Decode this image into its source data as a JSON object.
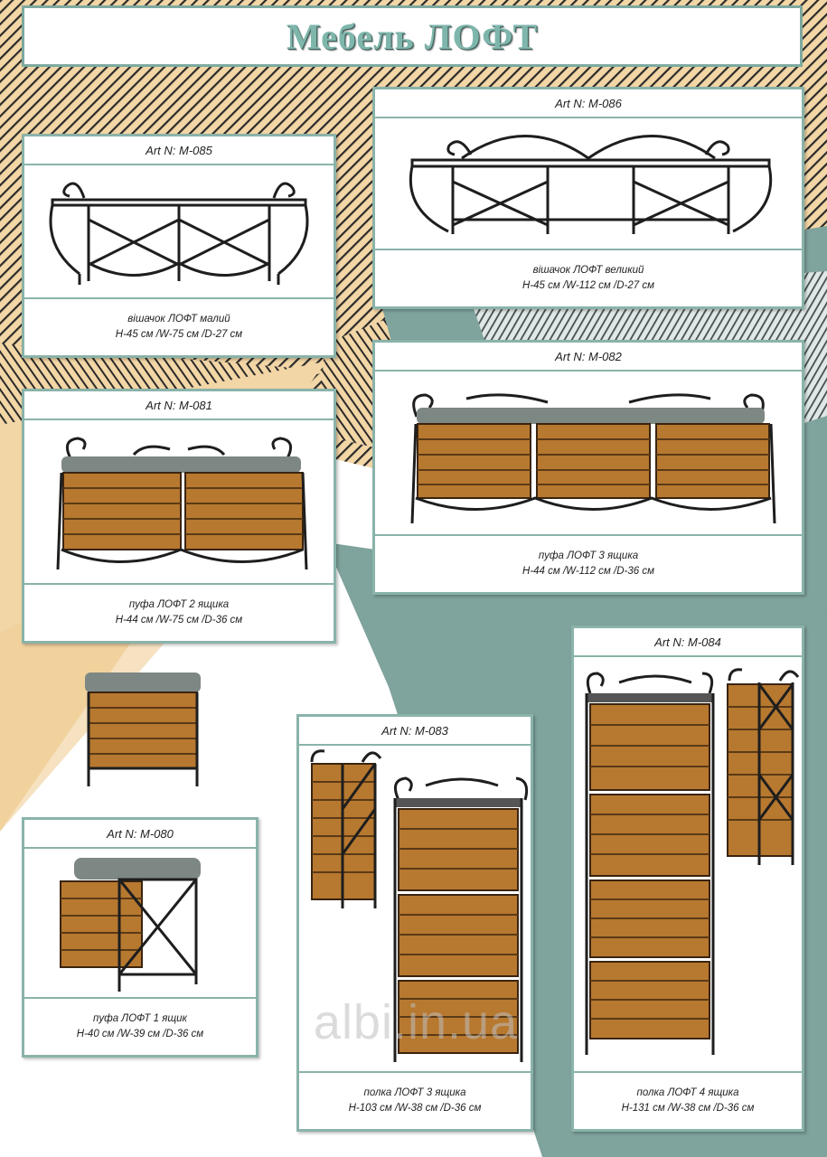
{
  "page": {
    "title": "Мебель ЛОФТ",
    "watermark": "albi.in.ua",
    "colors": {
      "frame": "#8ab3aa",
      "title": "#7fb6ac",
      "stripe_beige": "#f2d4a3",
      "teal": "#7fa39d",
      "wood": "#b7782f",
      "metal": "#1e1e1e",
      "cushion": "#7d8783"
    }
  },
  "products": [
    {
      "art": "Art N:  M-085",
      "name": "вішачок ЛОФТ малий",
      "dims": "H-45 см /W-75 см /D-27 см"
    },
    {
      "art": "Art N:  M-086",
      "name": "вішачок ЛОФТ великий",
      "dims": "H-45 см /W-112 см /D-27 см"
    },
    {
      "art": "Art N:  M-081",
      "name": "пуфа ЛОФТ 2 ящика",
      "dims": "H-44 см /W-75 см /D-36 см"
    },
    {
      "art": "Art N:  M-082",
      "name": "пуфа ЛОФТ 3 ящика",
      "dims": "H-44 см /W-112 см /D-36 см"
    },
    {
      "art": "Art N:  M-080",
      "name": "пуфа ЛОФТ 1 ящик",
      "dims": "H-40 см /W-39 см /D-36 см"
    },
    {
      "art": "Art N:  M-083",
      "name": "полка ЛОФТ 3 ящика",
      "dims": "H-103 см /W-38 см /D-36 см"
    },
    {
      "art": "Art N:  M-084",
      "name": "полка ЛОФТ 4 ящика",
      "dims": "H-131 см /W-38 см /D-36 см"
    }
  ]
}
